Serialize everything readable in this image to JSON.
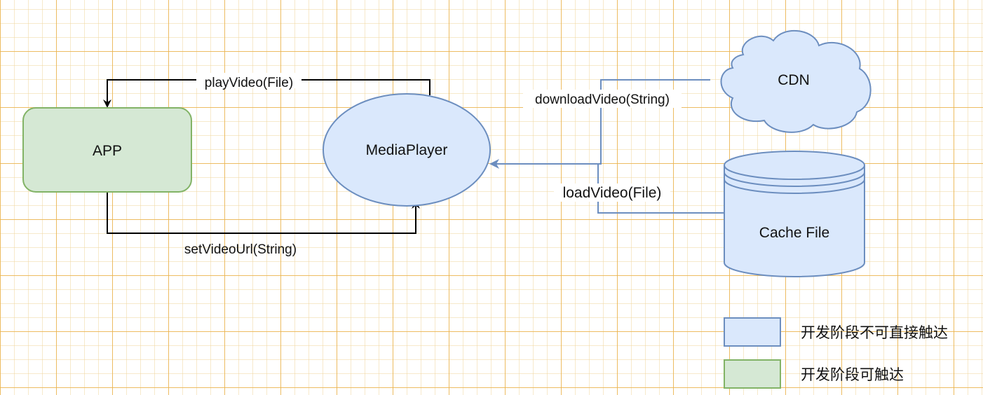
{
  "nodes": {
    "app": {
      "label": "APP"
    },
    "media_player": {
      "label": "MediaPlayer"
    },
    "cdn": {
      "label": "CDN"
    },
    "cache_file": {
      "label": "Cache File"
    }
  },
  "edges": {
    "play_video": {
      "label": "playVideo(File)"
    },
    "set_video_url": {
      "label": "setVideoUrl(String)"
    },
    "download_video": {
      "label": "downloadVideo(String)"
    },
    "load_video": {
      "label": "loadVideo(File)"
    }
  },
  "legend": {
    "items": [
      {
        "label": "开发阶段不可直接触达",
        "color": "#dae8fc"
      },
      {
        "label": "开发阶段可触达",
        "color": "#d5e8d4"
      }
    ]
  },
  "colors": {
    "blue_fill": "#dae8fc",
    "blue_stroke": "#6c8ebf",
    "green_fill": "#d5e8d4",
    "green_stroke": "#82b366",
    "black_edge": "#000000"
  }
}
